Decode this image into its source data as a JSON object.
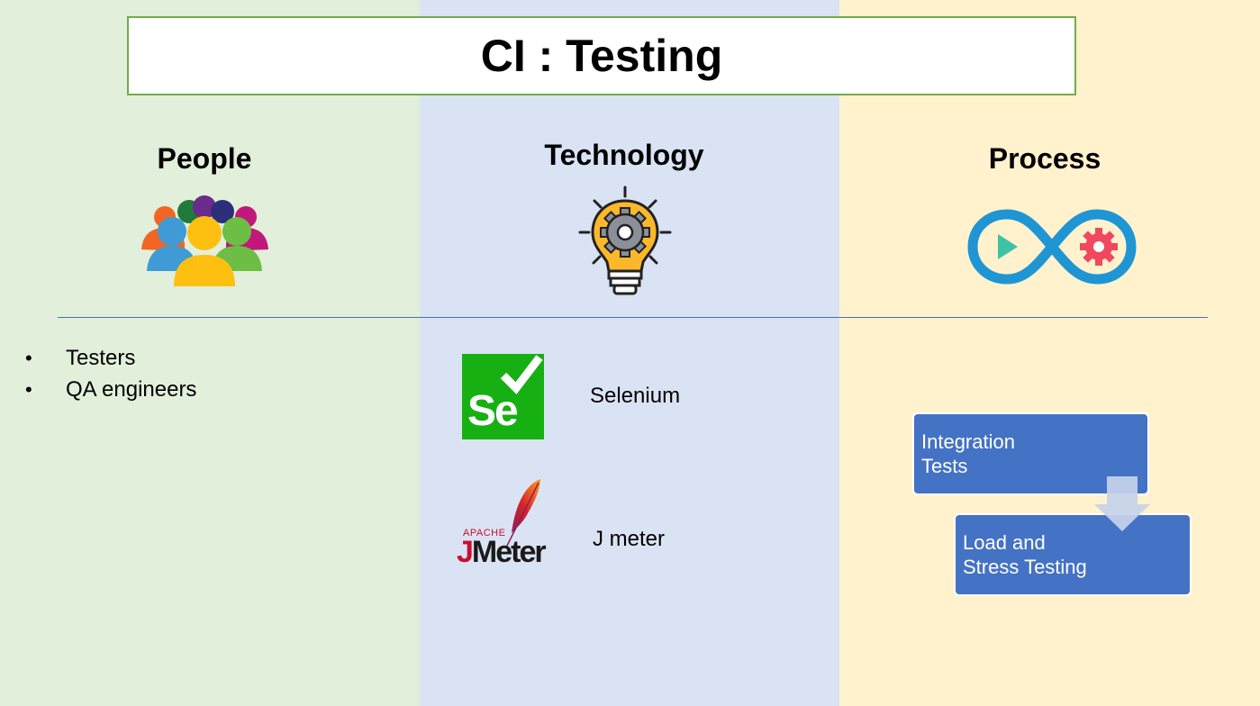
{
  "title": "CI : Testing",
  "columns": {
    "people": {
      "heading": "People",
      "icon": "people-group-icon",
      "bullets": [
        "Testers",
        "QA engineers"
      ],
      "bullet_glyph": "•"
    },
    "technology": {
      "heading": "Technology",
      "icon": "lightbulb-gear-icon",
      "tools": [
        {
          "label": "Selenium",
          "logo": "selenium-logo",
          "logo_text": "Se"
        },
        {
          "label": "J meter",
          "logo": "jmeter-logo",
          "logo_apache": "APACHE",
          "logo_j": "J",
          "logo_rest": "Meter"
        }
      ]
    },
    "process": {
      "heading": "Process",
      "icon": "devops-infinity-icon",
      "steps": [
        {
          "line1": "Integration",
          "line2": "Tests"
        },
        {
          "line1": "Load and",
          "line2": "Stress Testing"
        }
      ]
    }
  },
  "colors": {
    "people_bg": "#e2efda",
    "technology_bg": "#dae3f3",
    "process_bg": "#fff2cc",
    "title_border": "#70ad47",
    "step_fill": "#4472c4",
    "divider": "#4a72b0",
    "selenium_green": "#17b013",
    "jmeter_red": "#c8102e"
  }
}
